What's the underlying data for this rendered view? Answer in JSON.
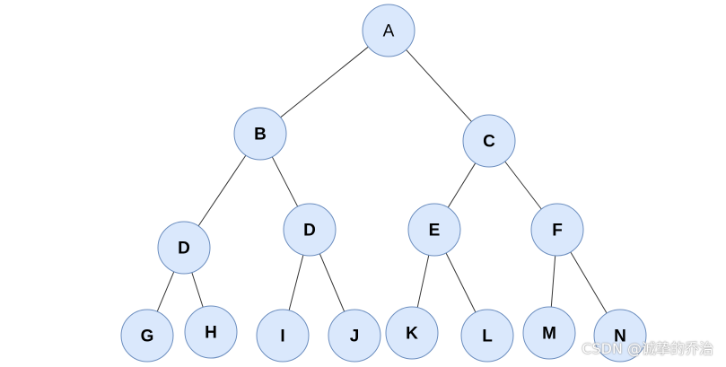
{
  "diagram": {
    "type": "binary-tree",
    "node_fill": "#dae8fc",
    "node_stroke": "#6c8ebf",
    "edge_color": "#333333",
    "nodes": [
      {
        "id": "n1",
        "label": "A",
        "bold": false
      },
      {
        "id": "n2",
        "label": "B",
        "bold": true
      },
      {
        "id": "n3",
        "label": "C",
        "bold": true
      },
      {
        "id": "n4",
        "label": "D",
        "bold": true
      },
      {
        "id": "n5",
        "label": "D",
        "bold": true
      },
      {
        "id": "n6",
        "label": "E",
        "bold": true
      },
      {
        "id": "n7",
        "label": "F",
        "bold": true
      },
      {
        "id": "n8",
        "label": "G",
        "bold": true
      },
      {
        "id": "n9",
        "label": "H",
        "bold": true
      },
      {
        "id": "n10",
        "label": "I",
        "bold": true
      },
      {
        "id": "n11",
        "label": "J",
        "bold": true
      },
      {
        "id": "n12",
        "label": "K",
        "bold": true
      },
      {
        "id": "n13",
        "label": "L",
        "bold": true
      },
      {
        "id": "n14",
        "label": "M",
        "bold": true
      },
      {
        "id": "n15",
        "label": "N",
        "bold": true
      }
    ],
    "edges": [
      {
        "from": "n1",
        "to": "n2"
      },
      {
        "from": "n1",
        "to": "n3"
      },
      {
        "from": "n2",
        "to": "n4"
      },
      {
        "from": "n2",
        "to": "n5"
      },
      {
        "from": "n3",
        "to": "n6"
      },
      {
        "from": "n3",
        "to": "n7"
      },
      {
        "from": "n4",
        "to": "n8"
      },
      {
        "from": "n4",
        "to": "n9"
      },
      {
        "from": "n5",
        "to": "n10"
      },
      {
        "from": "n5",
        "to": "n11"
      },
      {
        "from": "n6",
        "to": "n12"
      },
      {
        "from": "n6",
        "to": "n13"
      },
      {
        "from": "n7",
        "to": "n14"
      },
      {
        "from": "n7",
        "to": "n15"
      }
    ]
  },
  "watermark": "CSDN @诚挚的乔治"
}
